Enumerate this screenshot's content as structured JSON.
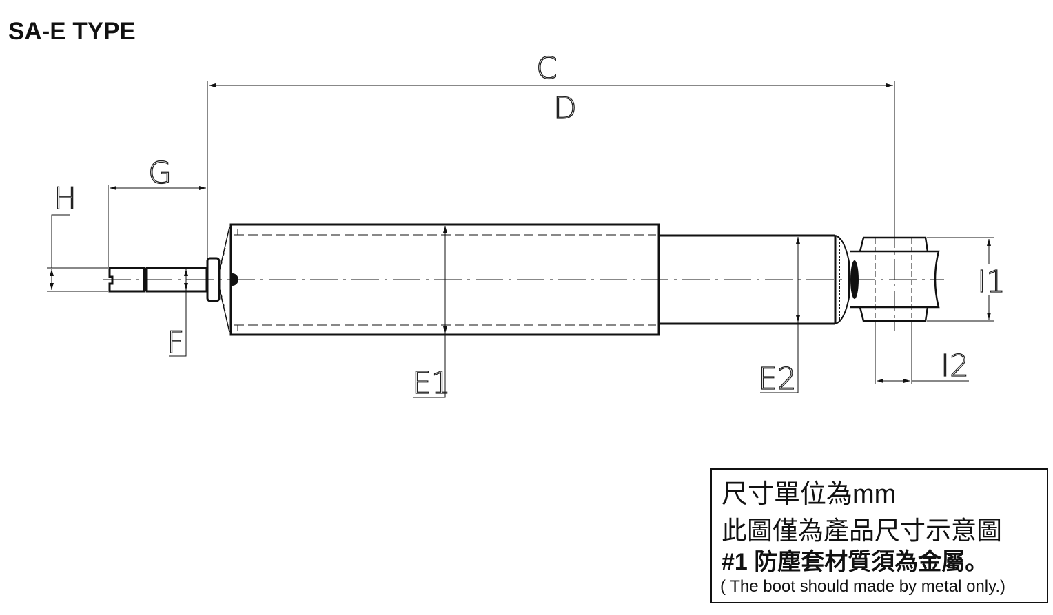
{
  "title": "SA-E TYPE",
  "dimensions": {
    "c": "C",
    "d": "D",
    "g": "G",
    "h": "H",
    "f": "F",
    "e1": "E1",
    "e2": "E2",
    "i1": "I1",
    "i2": "I2"
  },
  "note": {
    "line1": "尺寸單位為mm",
    "line2": "此圖僅為產品尺寸示意圖",
    "line3": "#1 防塵套材質須為金屬。",
    "line4": "( The boot should made by metal only.)"
  }
}
